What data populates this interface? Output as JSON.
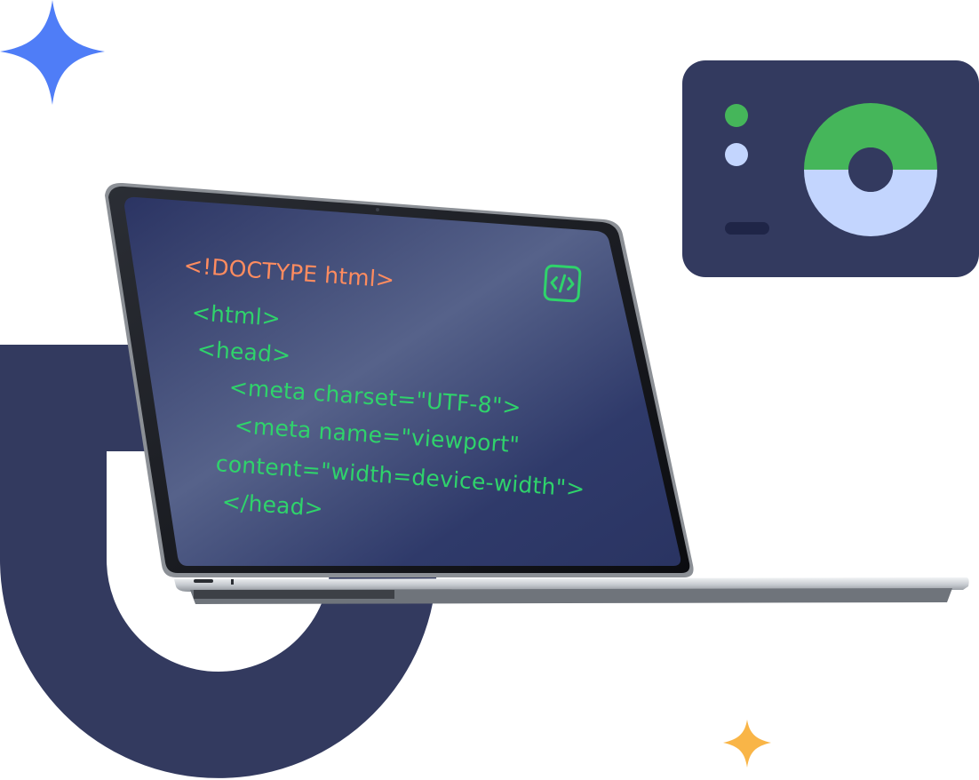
{
  "colors": {
    "navy": "#333a5f",
    "blue_star": "#4f7df7",
    "orange_star": "#f9b547",
    "green": "#45b65a",
    "light_blue": "#c3d5fe",
    "dark_bar": "#1f2547",
    "code_orange": "#ff8c5f",
    "code_green": "#2fd36b",
    "screen_dark": "#2b3463"
  },
  "icons": {
    "sparkle_blue": "sparkle-icon",
    "sparkle_orange": "sparkle-icon",
    "code_badge": "code-brackets-icon"
  },
  "screen": {
    "doctype": "<!DOCTYPE html>",
    "lines": [
      "<html>",
      "<head>",
      "<meta charset=\"UTF-8\">",
      "<meta name=\"viewport\"",
      "content=\"width=device-width\">",
      "</head>"
    ]
  },
  "dashboard": {
    "donut_segments": [
      {
        "label": "top",
        "fraction": 0.5
      },
      {
        "label": "bottom",
        "fraction": 0.5
      }
    ]
  }
}
